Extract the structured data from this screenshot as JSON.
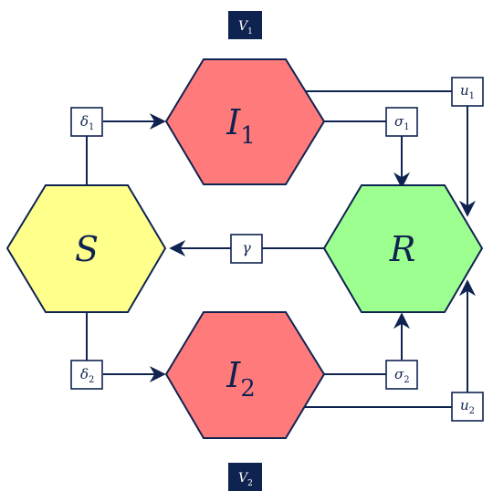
{
  "colors": {
    "navy": "#0f2350",
    "node_S_fill": "#ffff8c",
    "node_I_fill": "#ff7b7b",
    "node_R_fill": "#9cff8f",
    "stroke": "#0f2350",
    "param_box_fill": "#ffffff"
  },
  "vaccination_labels": {
    "top": {
      "main": "V",
      "sub": "1"
    },
    "bottom": {
      "main": "V",
      "sub": "2"
    }
  },
  "nodes": {
    "S": {
      "main": "S",
      "sub": ""
    },
    "I1": {
      "main": "I",
      "sub": "1"
    },
    "I2": {
      "main": "I",
      "sub": "2"
    },
    "R": {
      "main": "R",
      "sub": ""
    }
  },
  "parameters": {
    "delta1": {
      "main": "δ",
      "sub": "1"
    },
    "delta2": {
      "main": "δ",
      "sub": "2"
    },
    "sigma1": {
      "main": "σ",
      "sub": "1"
    },
    "sigma2": {
      "main": "σ",
      "sub": "2"
    },
    "u1": {
      "main": "u",
      "sub": "1"
    },
    "u2": {
      "main": "u",
      "sub": "2"
    },
    "gamma": {
      "main": "γ",
      "sub": ""
    }
  }
}
